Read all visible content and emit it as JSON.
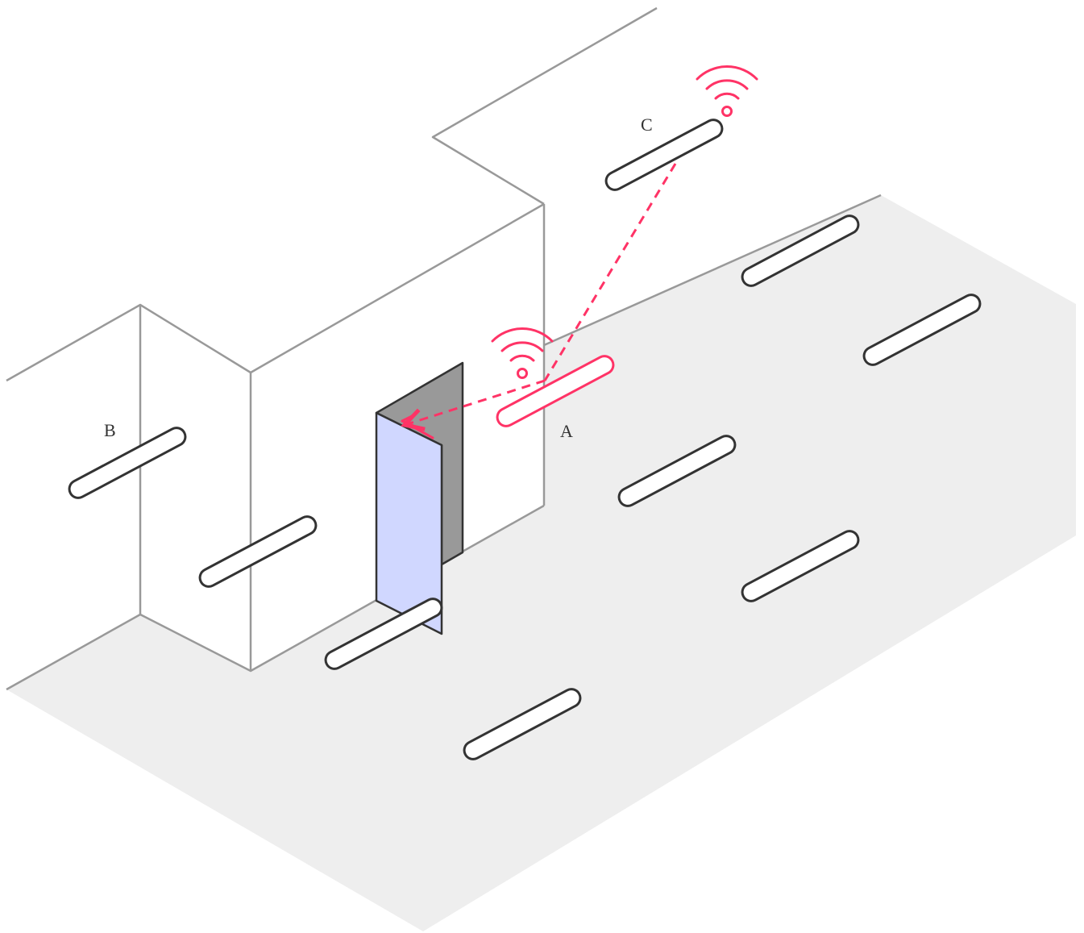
{
  "colors": {
    "floor": "#eeeeee",
    "wall_line": "#999999",
    "fixture_stroke": "#333333",
    "signal": "#ff3366",
    "door_panel": "#d0d7ff",
    "door_shadow": "#999999"
  },
  "labels": {
    "a": "A",
    "b": "B",
    "c": "C"
  },
  "icons": {
    "signal": "wifi-signal-icon"
  }
}
